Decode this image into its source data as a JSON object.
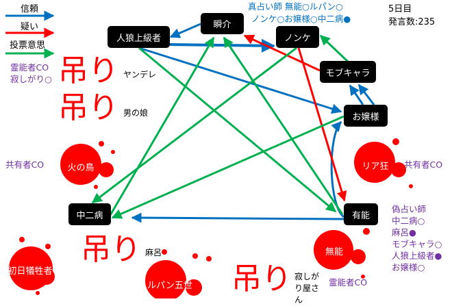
{
  "legend": {
    "trust": "信頼",
    "doubt": "疑い",
    "vote": "投票意思"
  },
  "colors": {
    "trust": "#0070c0",
    "doubt": "#ff0000",
    "vote": "#00b050",
    "co_note": "#7030a0",
    "blood": "#ff0000"
  },
  "info": {
    "day": "5日目",
    "post_count": "発言数:235"
  },
  "seer_note": {
    "line1": "真占い師 無能○ルパン○",
    "line2": "ノンケ○お嬢様○中二病●"
  },
  "medium_note_left": {
    "line1": "霊能者CO",
    "line2": "寂しがり○"
  },
  "nodes": {
    "jinro": "人狼上級者",
    "shunsuke": "瞬介",
    "nonke": "ノンケ",
    "mob": "モブキャラ",
    "ojousama": "お嬢様",
    "chuuni": "中二病",
    "yuunou": "有能"
  },
  "dead": {
    "hinotori": "火の鳥",
    "riakyou": "リア狂",
    "munou": "無能",
    "shonichi": "初日犠牲者",
    "lupin": "ルパン五世",
    "yandere": "ヤンデレ",
    "otokonoko": "男の娘",
    "maro": "麻呂",
    "sabishigari": "寂しがり屋さん"
  },
  "hanged_label": "吊り",
  "co_labels": {
    "hinotori": "共有者CO",
    "riakyou": "共有者CO",
    "munou": "霊能者CO"
  },
  "fake_seer_note": [
    "偽占い師",
    "中二病○",
    "麻呂●",
    "モブキャラ○",
    "人狼上級者●",
    "お嬢様○"
  ]
}
